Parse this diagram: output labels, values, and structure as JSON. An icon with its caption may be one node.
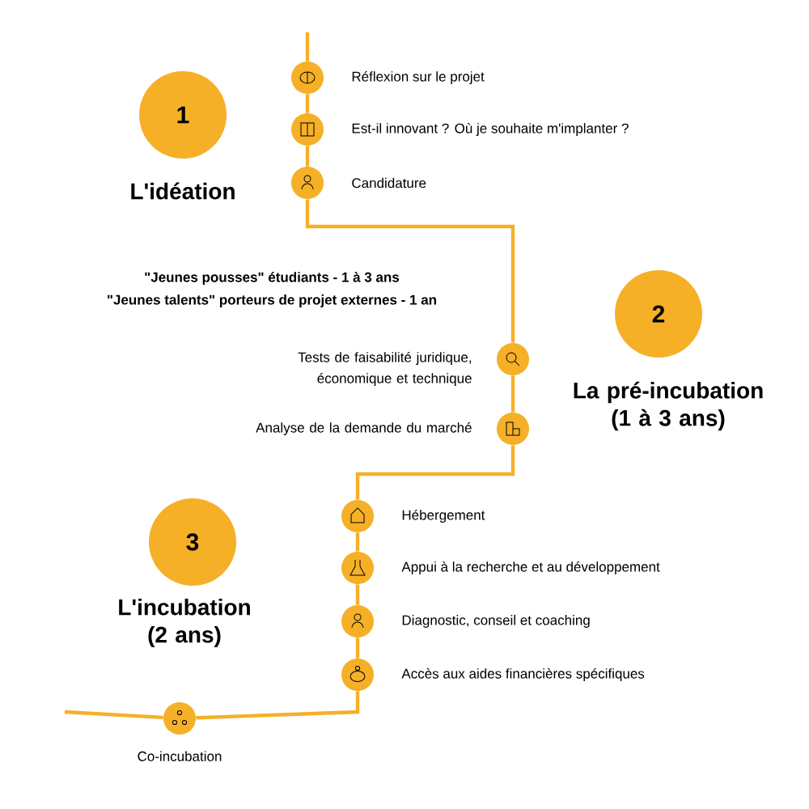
{
  "diagram": {
    "nodes": [
      {
        "text": [
          "1",
          "L'idéation"
        ]
      },
      {
        "text": [],
        "shape": "circle",
        "beside": [
          "Réflexion sur le projet"
        ]
      },
      {
        "text": [],
        "shape": "circle",
        "beside": [
          "Est-il innovant ? Où je souhaite m'implanter ?"
        ]
      },
      {
        "text": [],
        "shape": "circle",
        "beside": [
          "Candidature"
        ]
      },
      {
        "text": [
          "2",
          "La pré-incubation (1 à 3 ans)"
        ]
      },
      {
        "text": [],
        "shape": "circle",
        "beside": [
          "Tests de faisabilité juridique, économique et technique"
        ]
      },
      {
        "text": [],
        "shape": "circle",
        "beside": [
          "Analyse de la demande du marché"
        ]
      },
      {
        "text": [
          "3",
          "L'incubation (2 ans)"
        ]
      },
      {
        "text": [],
        "shape": "circle",
        "beside": [
          "Hébergement"
        ]
      },
      {
        "text": [],
        "shape": "circle",
        "beside": [
          "Appui à la recherche et au développement"
        ]
      },
      {
        "text": [],
        "shape": "circle",
        "beside": [
          "Diagnostic, conseil et coaching"
        ]
      },
      {
        "text": [],
        "shape": "circle",
        "beside": [
          "Accès aux aides financières spécifiques"
        ]
      },
      {
        "text": [],
        "shape": "circle",
        "beside": [
          "Co-incubation"
        ]
      }
    ],
    "edges": [
      {
        "from": null,
        "to": 1,
        "arrow": "none"
      },
      {
        "from": 1,
        "to": 2,
        "arrow": "none"
      },
      {
        "from": 2,
        "to": 3,
        "arrow": "none"
      },
      {
        "from": 3,
        "to": 5,
        "arrow": "none"
      },
      {
        "from": 5,
        "to": 6,
        "arrow": "none"
      },
      {
        "from": 6,
        "to": 8,
        "arrow": "none"
      },
      {
        "from": 8,
        "to": 9,
        "arrow": "none"
      },
      {
        "from": 9,
        "to": 10,
        "arrow": "none"
      },
      {
        "from": 10,
        "to": 11,
        "arrow": "none"
      },
      {
        "from": 11,
        "to": 12,
        "arrow": "none"
      },
      {
        "from": 12,
        "to": null,
        "arrow": "none"
      }
    ],
    "labels": [
      "\"Jeunes pousses\" étudiants - 1 à 3 ans",
      "\"Jeunes talents\" porteurs de projet externes - 1 an"
    ]
  }
}
